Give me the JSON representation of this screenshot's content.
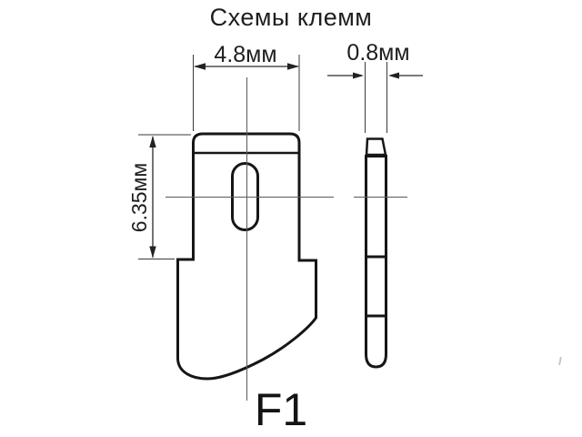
{
  "title": "Схемы клемм",
  "terminal": {
    "type_label": "F1",
    "dimensions": {
      "blade_width": "4.8мм",
      "blade_thickness": "0.8мм",
      "hole_center_height": "6.35мм"
    }
  },
  "colors": {
    "background": "#ffffff",
    "outline": "#161616",
    "dimension_line": "#3a3a3a",
    "centerline": "#5a5a5a",
    "text": "#1e1e1e"
  }
}
